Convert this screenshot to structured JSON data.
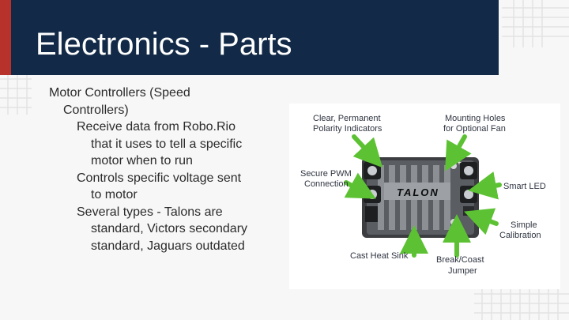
{
  "slide": {
    "title": "Electronics - Parts",
    "bullets": [
      {
        "level": 1,
        "line1": "Motor Controllers (Speed",
        "line2": "Controllers)"
      },
      {
        "level": 2,
        "line1": "Receive data from Robo.Rio",
        "line2": "that it uses to tell a specific",
        "line3": "motor when to run"
      },
      {
        "level": 2,
        "line1": "Controls specific voltage sent",
        "line2": "to motor"
      },
      {
        "level": 2,
        "line1": "Several types - Talons are",
        "line2": "standard, Victors secondary",
        "line3": "standard, Jaguars outdated"
      }
    ]
  },
  "figure": {
    "logo": "TALON",
    "labels": {
      "polarity_1": "Clear, Permanent",
      "polarity_2": "Polarity Indicators",
      "holes_1": "Mounting Holes",
      "holes_2": "for Optional Fan",
      "pwm_1": "Secure PWM",
      "pwm_2": "Connection",
      "led": "Smart LED",
      "calib_1": "Simple",
      "calib_2": "Calibration",
      "heatsink": "Cast Heat Sink",
      "jumper_1": "Break/Coast",
      "jumper_2": "Jumper"
    },
    "plus_marks": [
      "+",
      "+"
    ],
    "colors": {
      "arrow": "#5cc233",
      "title_bar": "#122a47",
      "accent": "#b8322c"
    }
  }
}
